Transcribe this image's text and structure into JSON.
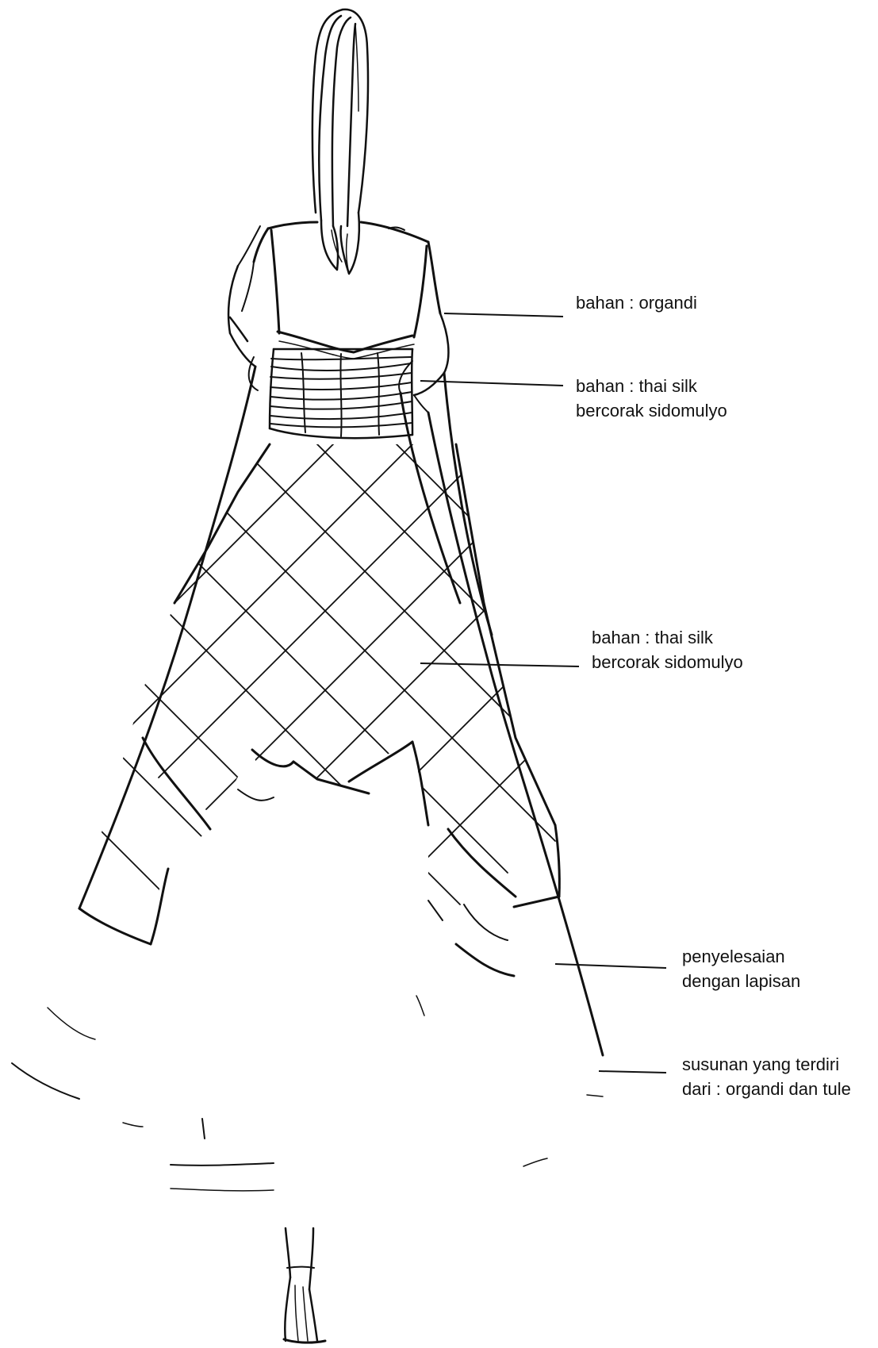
{
  "annotations": {
    "organdi": {
      "lines": [
        "bahan : organdi"
      ]
    },
    "bodice_fabric": {
      "lines": [
        "bahan : thai silk",
        "bercorak sidomulyo"
      ]
    },
    "skirt_fabric": {
      "lines": [
        "bahan : thai silk",
        "bercorak sidomulyo"
      ]
    },
    "hem_finish": {
      "lines": [
        "penyelesaian",
        "dengan lapisan"
      ]
    },
    "petticoat": {
      "lines": [
        "susunan yang terdiri",
        "dari : organdi dan tule"
      ]
    }
  },
  "style": {
    "ink_color": "#111111",
    "background_color": "#ffffff"
  }
}
